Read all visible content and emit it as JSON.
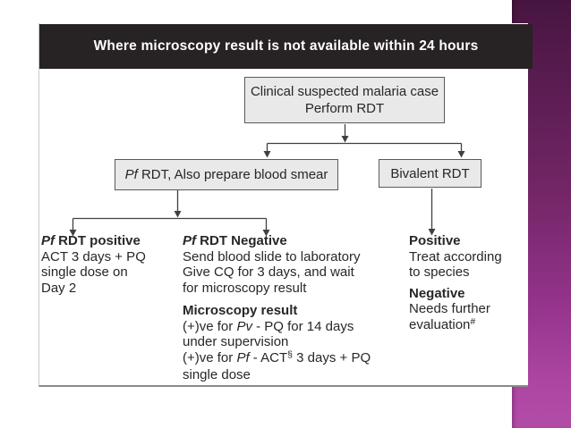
{
  "header": {
    "title": "Where microscopy result is not available within 24 hours"
  },
  "flowchart": {
    "top_box": {
      "line1": "Clinical suspected malaria case",
      "line2": "Perform RDT"
    },
    "left_box": {
      "italic": "Pf",
      "rest": " RDT, Also prepare blood smear"
    },
    "right_box": {
      "label": "Bivalent RDT"
    },
    "outcome_pf_positive": {
      "heading_italic": "Pf",
      "heading_rest": " RDT positive",
      "line1": "ACT 3 days + PQ",
      "line2": "single dose on",
      "line3": "Day 2"
    },
    "outcome_pf_negative": {
      "heading_italic": "Pf",
      "heading_rest": " RDT Negative",
      "line1": "Send blood slide to laboratory",
      "line2": "Give CQ for 3 days, and wait",
      "line3": "for microscopy result",
      "subheading": "Microscopy result",
      "line4_pre": "(+)ve for ",
      "line4_italic": "Pv",
      "line4_post": " - PQ for 14 days",
      "line5": "under supervision",
      "line6_pre": "(+)ve for ",
      "line6_italic": "Pf",
      "line6_mid": " - ACT",
      "line6_sup": "§",
      "line6_post": " 3 days + PQ",
      "line7": "single dose"
    },
    "outcome_bivalent": {
      "heading1": "Positive",
      "line1": "Treat according",
      "line2": "to species",
      "heading2": "Negative",
      "line3": "Needs further",
      "line4_base": "evaluation",
      "line4_sup": "#"
    }
  },
  "colors": {
    "accent_gradient_top": "#471540",
    "accent_gradient_bottom": "#b24da7",
    "title_bar_bg": "#272223",
    "title_text": "#ffffff",
    "node_fill": "#e9e9e9",
    "node_border": "#59595b",
    "connector": "#404040",
    "body_text": "#272727"
  }
}
